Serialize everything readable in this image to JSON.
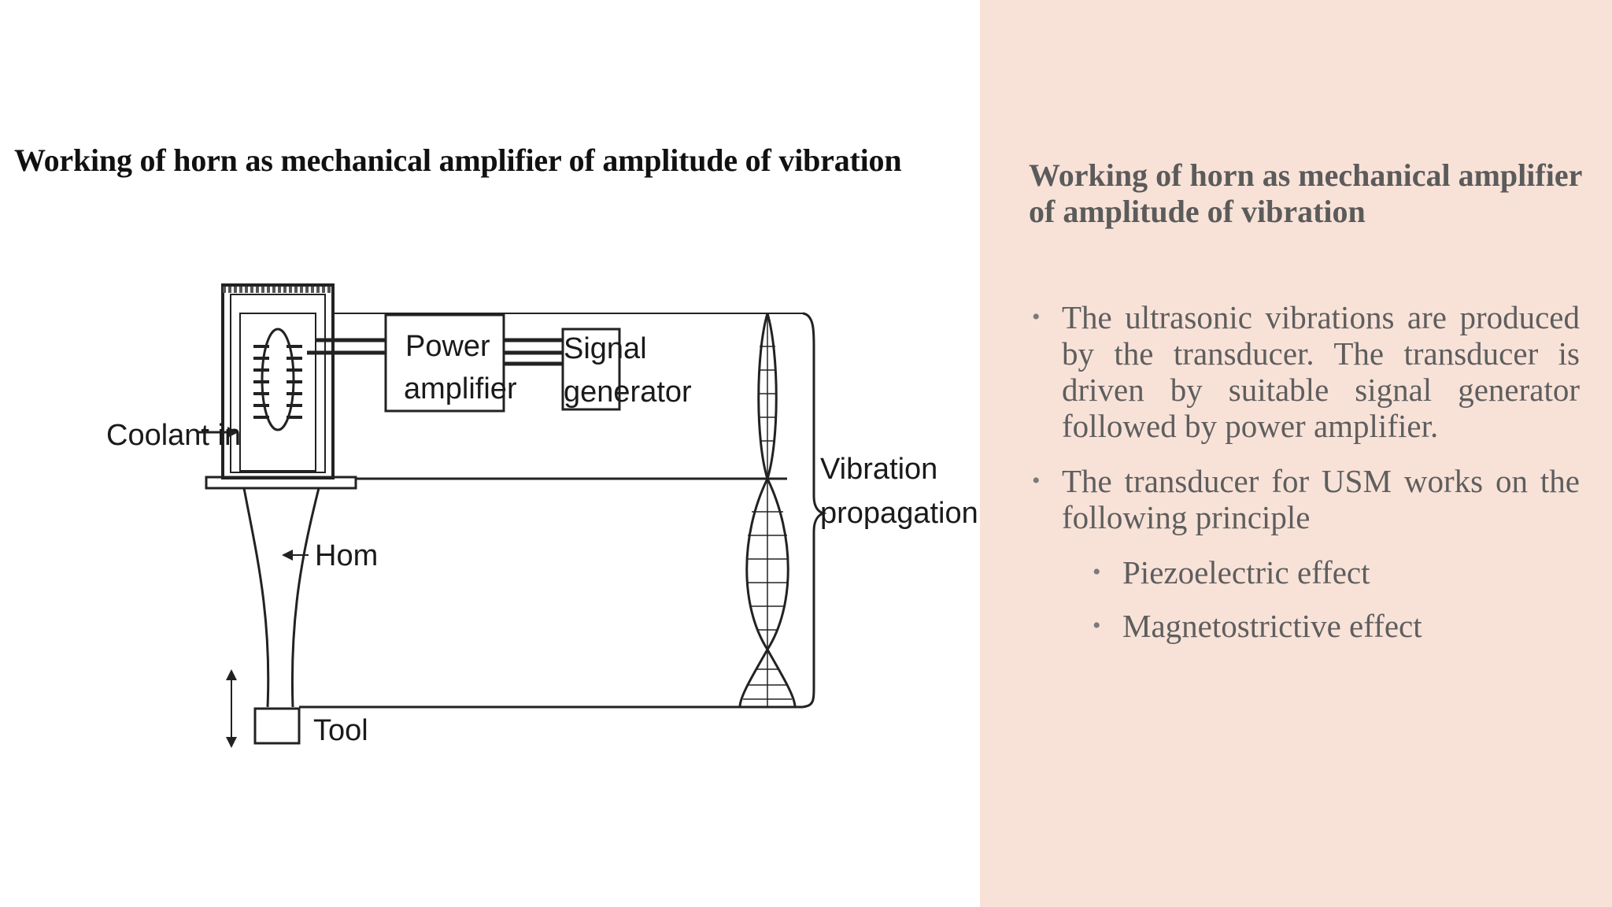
{
  "figure": {
    "title": "Working of horn as mechanical amplifier of amplitude of vibration",
    "labels": {
      "power_amplifier_line1": "Power",
      "power_amplifier_line2": "amplifier",
      "signal_generator_line1": "Signal",
      "signal_generator_line2": "generator",
      "coolant_in": "Coolant in",
      "horn": "Hom",
      "tool": "Tool",
      "vibration_line1": "Vibration",
      "vibration_line2": "propagation"
    }
  },
  "slide": {
    "title": "Working of horn as mechanical amplifier of amplitude of vibration",
    "bullets": [
      "The ultrasonic vibrations are produced by the transducer. The transducer is driven by suitable signal generator followed by power amplifier.",
      "The transducer for USM works on the following principle"
    ],
    "sub_bullets": [
      "Piezoelectric effect",
      "Magnetostrictive effect"
    ]
  },
  "colors": {
    "right_panel_bg": "#f8e2d8",
    "body_text": "#5e5e5e"
  }
}
